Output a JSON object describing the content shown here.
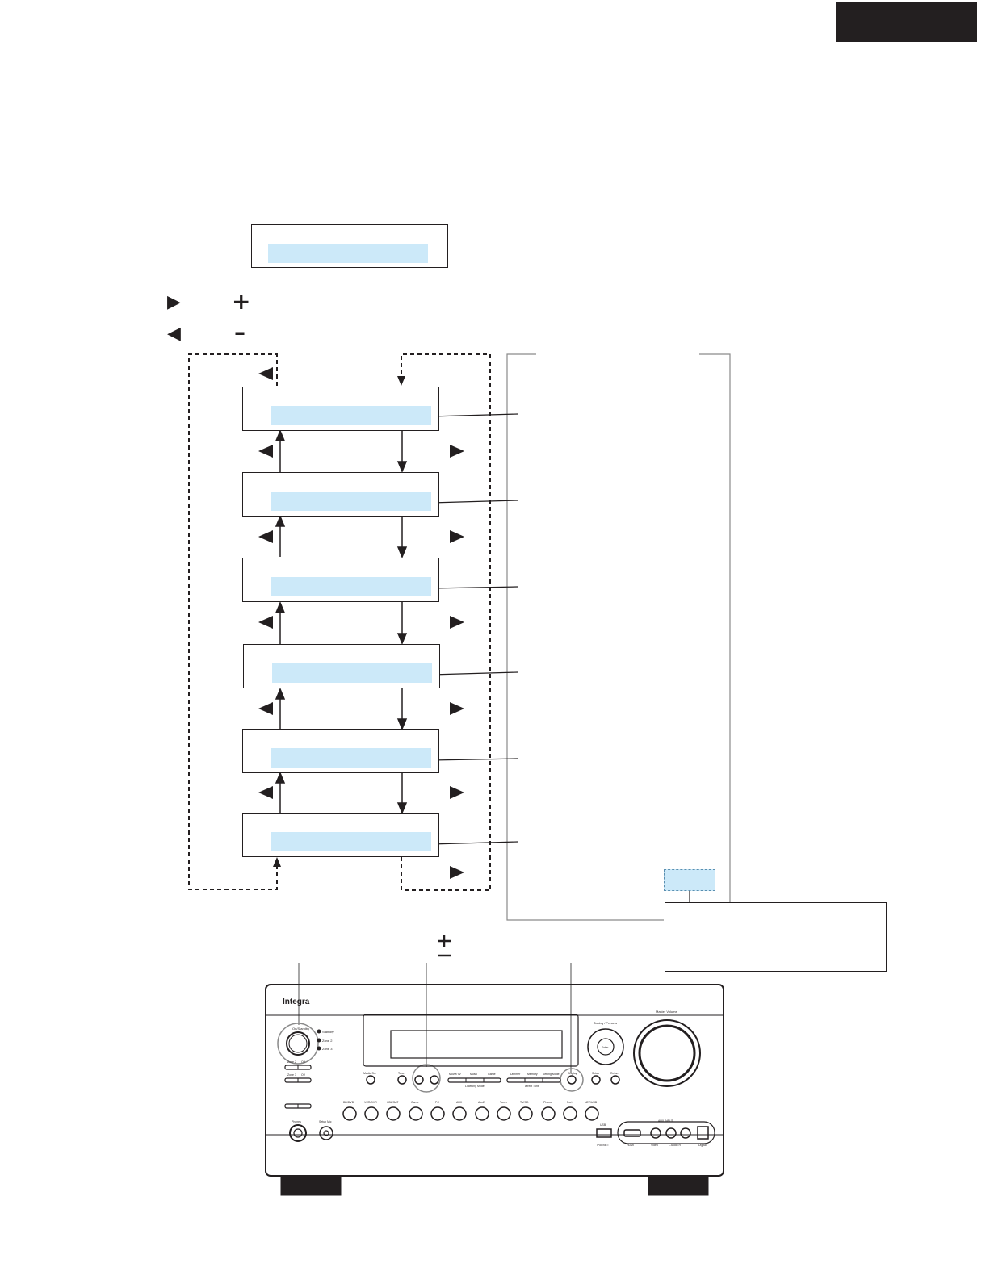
{
  "colors": {
    "ink": "#231f20",
    "display_fill": "#cce9f9",
    "callout_line": "#8a8a8a"
  },
  "icons": {
    "next_arrow": "right-triangle-icon",
    "prev_arrow": "left-triangle-icon",
    "plus": "plus-icon",
    "minus": "minus-icon"
  },
  "front_panel": {
    "brand": "Integra",
    "power_label": "On/Standby",
    "zone_labels": [
      "Standby",
      "Zone 2",
      "Zone 3"
    ],
    "zone_buttons": [
      "Zone 2",
      "Off",
      "Zone 3",
      "Off"
    ],
    "knob_labels": [
      "Tuning / Presets",
      "Enter",
      "Master Volume"
    ],
    "control_buttons": [
      "Media Srv",
      "Tone",
      "Movie/TV",
      "Music",
      "Game",
      "Dimmer",
      "Memory",
      "Setting Mode",
      "Display",
      "Setup",
      "Return"
    ],
    "group_labels": [
      "Listening Mode",
      "Direct Tune"
    ],
    "input_buttons": [
      "BD/DVD",
      "VCR/DVR",
      "CBL/SAT",
      "Game",
      "PC",
      "AUX",
      "Aux2",
      "Tuner",
      "TV/CD",
      "Phono",
      "Port",
      "NET/USB"
    ],
    "jack_labels": [
      "Phones",
      "Setup Mic",
      "USB",
      "iPod/NET",
      "HDMI",
      "Video",
      "L Audio R",
      "Digital"
    ],
    "aux_input_label": "AUX INPUT"
  }
}
